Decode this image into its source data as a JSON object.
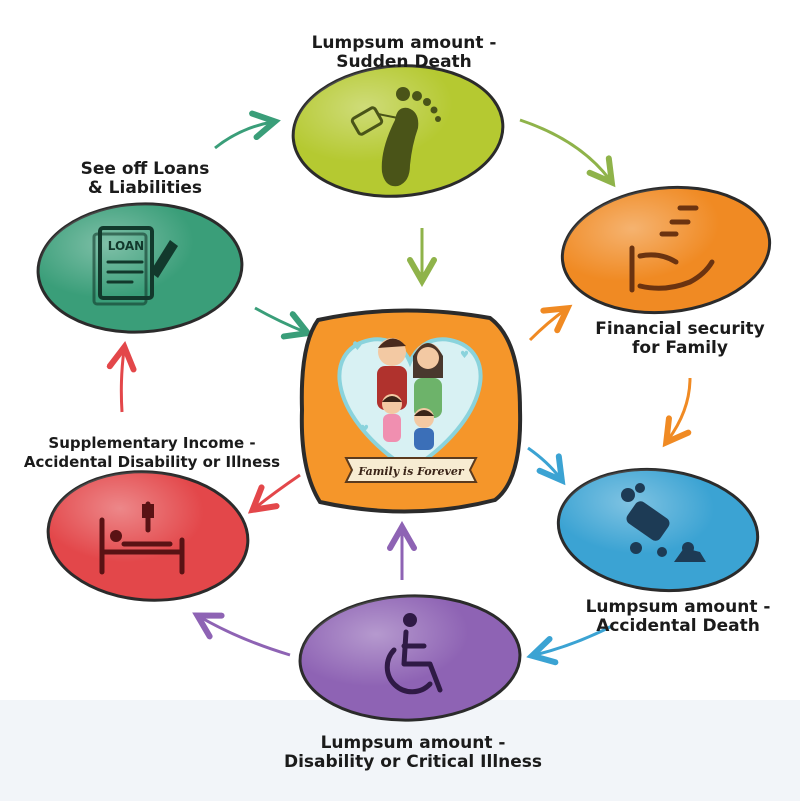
{
  "nodes": [
    {
      "id": "sudden-death",
      "lines": [
        "Lumpsum amount -",
        "Sudden Death"
      ],
      "color": "#b5c931",
      "icon": "footprint-with-tag-icon"
    },
    {
      "id": "financial-security",
      "lines": [
        "Financial security",
        "for Family"
      ],
      "color": "#f08a23",
      "icon": "hand-with-coins-icon"
    },
    {
      "id": "accidental-death",
      "lines": [
        "Lumpsum amount -",
        "Accidental Death"
      ],
      "color": "#3ba3d3",
      "icon": "car-crash-icon"
    },
    {
      "id": "critical-illness",
      "lines": [
        "Lumpsum amount -",
        "Disability or Critical Illness"
      ],
      "color": "#8e63b4",
      "icon": "wheelchair-icon"
    },
    {
      "id": "supplementary-income",
      "lines": [
        "Supplementary Income -",
        "Accidental Disability or Illness"
      ],
      "color": "#e3474a",
      "icon": "hospital-bed-icon"
    },
    {
      "id": "loans",
      "lines": [
        "See off Loans",
        "& Liabilities"
      ],
      "color": "#3a9e79",
      "icon": "loan-document-icon",
      "icon_text": "LOAN"
    }
  ],
  "center": {
    "banner": "Family is Forever",
    "color": "#f5962a",
    "icon": "family-heart-icon"
  }
}
